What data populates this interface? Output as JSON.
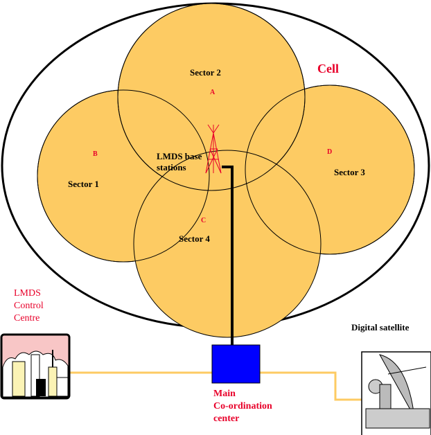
{
  "title": "LMDS network diagram",
  "cell_label": "Cell",
  "sectors": [
    {
      "name": "Sector 2",
      "letter": "A"
    },
    {
      "name": "Sector 1",
      "letter": "B"
    },
    {
      "name": "Sector 4",
      "letter": "C"
    },
    {
      "name": "Sector 3",
      "letter": "D"
    }
  ],
  "base_station_label": "LMDS base stations",
  "control_centre": [
    "LMDS",
    "Control",
    "Centre"
  ],
  "coordination": [
    "Main",
    "Co-ordination",
    "center"
  ],
  "satellite_label": "Digital satellite",
  "colors": {
    "sector": "#fdcb63",
    "link": "#fdcb63",
    "hub": "#0000ff",
    "accent": "#e8002a"
  }
}
